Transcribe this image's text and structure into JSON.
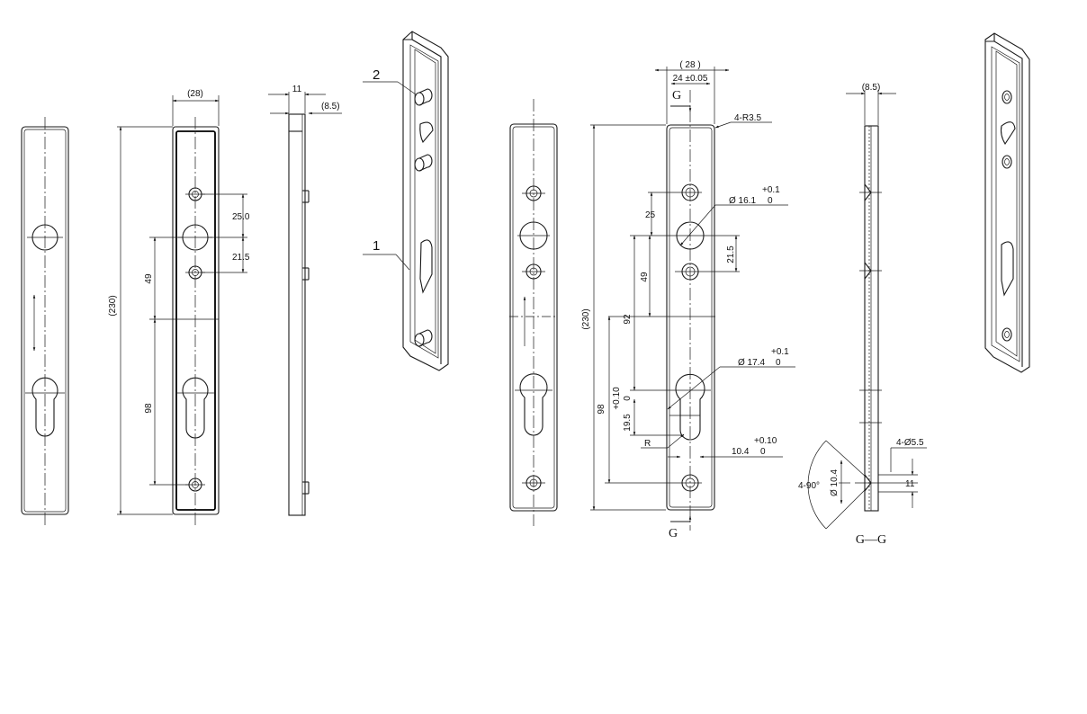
{
  "views": {
    "left_front": {
      "width": "(28)",
      "height": "(230)",
      "d1": "25.0",
      "d2": "21.5",
      "d3": "49",
      "d4": "98"
    },
    "left_side": {
      "thickness": "11",
      "offset": "(8.5)"
    },
    "iso_left": {
      "label_1": "1",
      "label_2": "2"
    },
    "right_front": {
      "width": "( 28 )",
      "inner_width": "24 ±0.05",
      "section_mark_top": "G",
      "section_mark_bottom": "G",
      "corner_radius": "4-R3.5",
      "height": "(230)",
      "hole_a": "Ø 16.1",
      "hole_a_tol_upper": "+0.1",
      "hole_a_tol_lower": "0",
      "d_25": "25",
      "d_21_5": "21.5",
      "d_49": "49",
      "d_92": "92",
      "d_98": "98",
      "hole_b": "Ø 17.4",
      "hole_b_tol_upper": "+0.1",
      "hole_b_tol_lower": "0",
      "slot_tol_upper": "+0.10",
      "slot_tol_lower": "0",
      "d_19_5": "19.5",
      "radius": "R",
      "slot_width": "10.4",
      "slot_width_tol_upper": "+0.10",
      "slot_width_tol_lower": "0"
    },
    "section": {
      "offset": "(8.5)",
      "holes": "4-Ø5.5",
      "angle": "4-90°",
      "csk_dia": "Ø 10.4",
      "thickness": "11",
      "title": "G—G"
    }
  }
}
